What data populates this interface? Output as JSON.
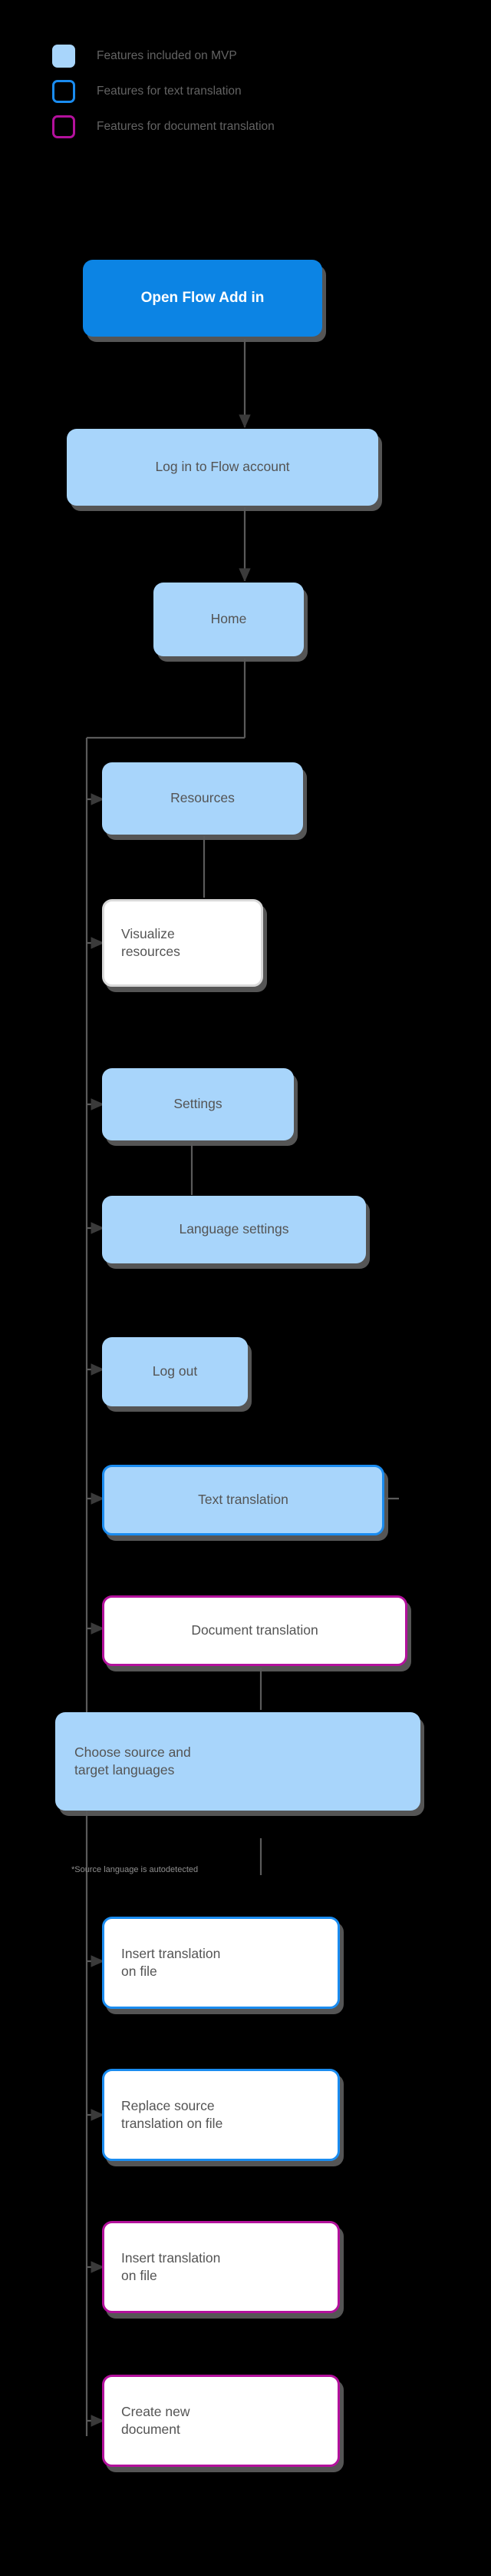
{
  "legend": {
    "items": [
      {
        "label": "Features included on MVP",
        "swatch": "filled-blue-swatch",
        "color": "#a8d5fb"
      },
      {
        "label": "Features for text translation",
        "swatch": "outline-blue-swatch",
        "color": "#1a8cf0"
      },
      {
        "label": "Features for document translation",
        "swatch": "outline-magenta-swatch",
        "color": "#b3119c"
      }
    ]
  },
  "flow": {
    "nodes": [
      {
        "id": "open-flow-add-in",
        "label": "Open Flow Add in"
      },
      {
        "id": "log-in-to-flow-account",
        "label": "Log in to Flow account"
      },
      {
        "id": "home",
        "label": "Home"
      },
      {
        "id": "resources",
        "label": "Resources"
      },
      {
        "id": "visualize-resources",
        "label": "Visualize\nresources"
      },
      {
        "id": "settings",
        "label": "Settings"
      },
      {
        "id": "language-settings",
        "label": "Language settings"
      },
      {
        "id": "log-out",
        "label": "Log out"
      },
      {
        "id": "text-translation",
        "label": "Text translation"
      },
      {
        "id": "document-translation",
        "label": "Document translation"
      },
      {
        "id": "choose-languages",
        "label": "Choose  source and\ntarget languages"
      },
      {
        "id": "insert-translation-on-file-text",
        "label": "Insert translation\non file"
      },
      {
        "id": "replace-source-translation-on-file",
        "label": "Replace source\ntranslation on file"
      },
      {
        "id": "insert-translation-on-file-doc",
        "label": "Insert translation\non file"
      },
      {
        "id": "create-new-document",
        "label": "Create new\ndocument"
      }
    ],
    "caption": "*Source language is autodetected"
  },
  "colors": {
    "background": "#000000",
    "primary": "#0c84e4",
    "mvp_fill": "#a8d5fb",
    "text_translation_border": "#1a8cf0",
    "document_translation_border": "#b3119c",
    "node_text": "#545454",
    "connector": "#5a5a5a"
  }
}
